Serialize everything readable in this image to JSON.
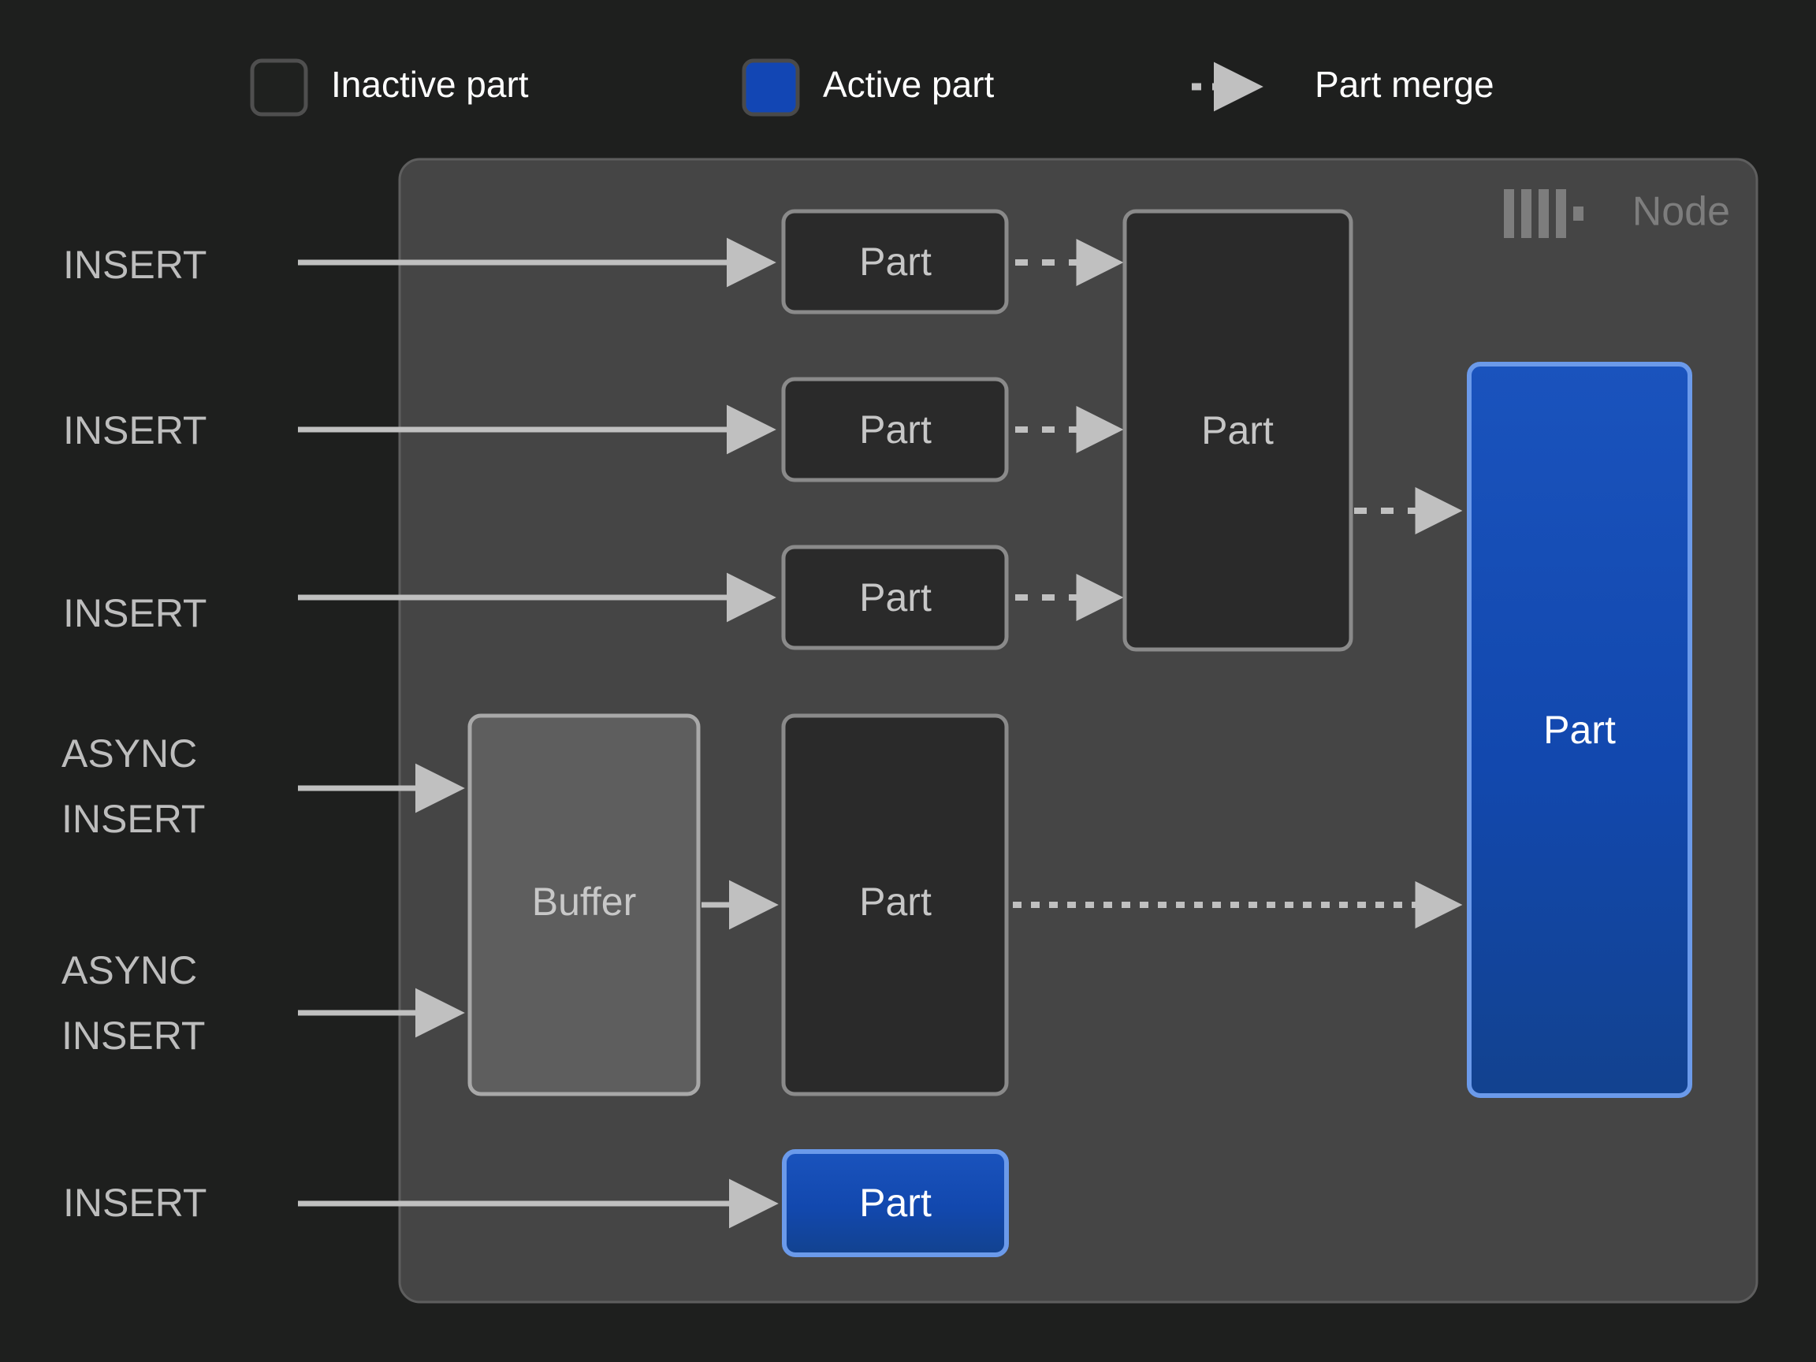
{
  "legend": {
    "items": [
      {
        "label": "Inactive part",
        "swatch": "inactive-part-swatch",
        "fill": "#1f211f",
        "stroke": "#4f4f4f"
      },
      {
        "label": "Active part",
        "swatch": "active-part-swatch",
        "fill": "#1246b4",
        "stroke": "#4a4a4a"
      },
      {
        "label": "Part merge",
        "swatch": "dashed-arrow-glyph",
        "fill": "#c0c0c0",
        "stroke": "#c0c0c0"
      }
    ]
  },
  "node": {
    "title": "Node",
    "logo": "clickhouse-logo-icon",
    "panel_fill": "#454545",
    "panel_stroke": "#5c5c5c"
  },
  "flows": [
    {
      "label": "INSERT",
      "lines": [
        "INSERT"
      ]
    },
    {
      "label": "INSERT",
      "lines": [
        "INSERT"
      ]
    },
    {
      "label": "INSERT",
      "lines": [
        "INSERT"
      ]
    },
    {
      "label": "ASYNC INSERT",
      "lines": [
        "ASYNC",
        "INSERT"
      ]
    },
    {
      "label": "ASYNC INSERT",
      "lines": [
        "ASYNC",
        "INSERT"
      ]
    },
    {
      "label": "INSERT",
      "lines": [
        "INSERT"
      ]
    }
  ],
  "boxes": {
    "part_1": {
      "label": "Part",
      "state": "inactive"
    },
    "part_2": {
      "label": "Part",
      "state": "inactive"
    },
    "part_3": {
      "label": "Part",
      "state": "inactive"
    },
    "merged_part": {
      "label": "Part",
      "state": "inactive"
    },
    "buffer": {
      "label": "Buffer",
      "state": "buffer"
    },
    "buffer_part": {
      "label": "Part",
      "state": "inactive"
    },
    "active_part_big": {
      "label": "Part",
      "state": "active"
    },
    "active_part_small": {
      "label": "Part",
      "state": "active"
    }
  },
  "colors": {
    "background": "#1e1f1e",
    "panel": "#454545",
    "inactive_fill": "#2a2a2a",
    "inactive_stroke": "#8a8a8a",
    "active_fill": "#1348b0",
    "active_stroke": "#6b9aea",
    "buffer_fill": "#5e5e5e",
    "buffer_stroke": "#aaaaaa",
    "arrow": "#c0c0c0",
    "text_muted": "#bdbdbd"
  }
}
